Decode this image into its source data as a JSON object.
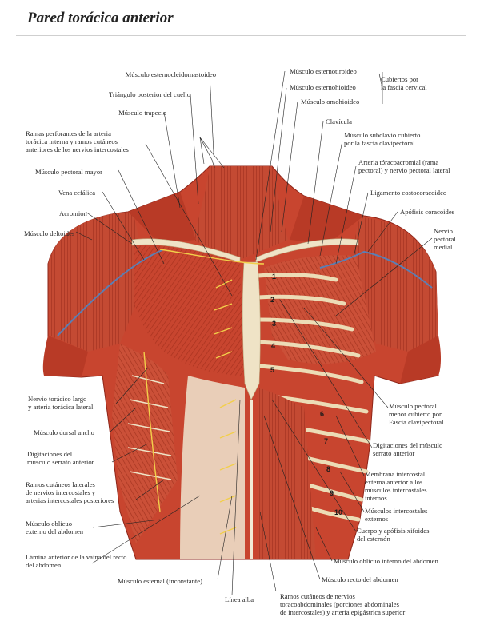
{
  "title": "Pared torácica anterior",
  "labels": {
    "esternocleido": "Músculo esternocleidomastoideo",
    "triangulo": "Triángulo posterior del cuello",
    "trapecio": "Músculo trapecio",
    "ramas_perf_1": "Ramas perforantes de la arteria",
    "ramas_perf_2": "torácica interna y ramos cutáneos",
    "ramas_perf_3": "anteriores de los nervios intercostales",
    "pectoral_mayor": "Músculo pectoral mayor",
    "vena_cefalica": "Vena cefálica",
    "acromion": "Acromion",
    "deltoides": "Músculo deltoides",
    "nervio_toracico_1": "Nervio torácico largo",
    "nervio_toracico_2": "y arteria torácica lateral",
    "dorsal_ancho": "Músculo dorsal ancho",
    "digit_serrato_1": "Digitaciones del",
    "digit_serrato_2": "músculo serrato anterior",
    "ramos_lat_1": "Ramos cutáneos laterales",
    "ramos_lat_2": "de nervios intercostales y",
    "ramos_lat_3": "arterias intercostales posteriores",
    "oblicuo_ext_1": "Músculo oblicuo",
    "oblicuo_ext_2": "externo del abdomen",
    "lamina_1": "Lámina anterior de la vaina del recto",
    "lamina_2": "del abdomen",
    "esternal": "Músculo esternal (inconstante)",
    "linea_alba": "Línea alba",
    "esternotiroideo": "Músculo esternotiroideo",
    "esternohioideo": "Músculo esternohioideo",
    "omohioideo": "Músculo omohioideo",
    "cubiertos_1": "Cubiertos por",
    "cubiertos_2": "la fascia cervical",
    "clavicula": "Clavícula",
    "subclavio_1": "Músculo subclavio cubierto",
    "subclavio_2": "por la fascia clavipectoral",
    "arteria_1": "Arteria tóracoacromial (rama",
    "arteria_2": "pectoral) y nervio pectoral lateral",
    "ligamento": "Ligamento costocoracoideo",
    "apofisis": "Apófisis coracoides",
    "nervio_med_1": "Nervio",
    "nervio_med_2": "pectoral",
    "nervio_med_3": "medial",
    "pect_menor_1": "Músculo pectoral",
    "pect_menor_2": "menor cubierto por",
    "pect_menor_3": "Fascia clavipectoral",
    "digit_musculo_1": "Digitaciones del músculo",
    "digit_musculo_2": "serrato anterior",
    "membrana_1": "Membrana intercostal",
    "membrana_2": "externa anterior a los",
    "membrana_3": "músculos intercostales",
    "membrana_4": "internos",
    "intercost_ext_1": "Músculos intercostales",
    "intercost_ext_2": "externos",
    "xifoides_1": "Cuerpo y apófisis xifoides",
    "xifoides_2": "del esternón",
    "oblicuo_int": "Músculo oblicuo interno del abdomen",
    "recto": "Músculo recto del abdomen",
    "ramos_tor_1": "Ramos cutáneos de nervios",
    "ramos_tor_2": "toracoabdominales (porciones abdominales",
    "ramos_tor_3": "de intercostales) y arteria epigástrica superior"
  },
  "rib_numbers": [
    "1",
    "2",
    "3",
    "4",
    "5",
    "6",
    "7",
    "8",
    "9",
    "10"
  ],
  "colors": {
    "muscle": "#c8452f",
    "muscle_dark": "#9e2a1c",
    "muscle_light": "#e0735a",
    "tendon": "#efe3c6",
    "bone": "#e9dcb9",
    "nerve": "#f2cf4a",
    "vessel": "#5a7fb5",
    "leader": "#222222"
  }
}
